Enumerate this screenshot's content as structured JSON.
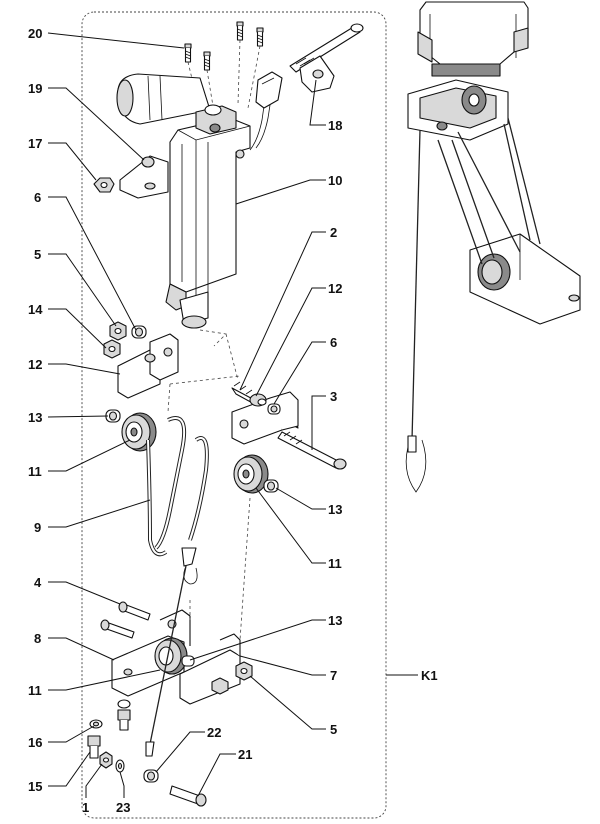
{
  "diagram": {
    "group_label": "K1",
    "callouts": [
      {
        "id": "20",
        "text": "20"
      },
      {
        "id": "19",
        "text": "19"
      },
      {
        "id": "17",
        "text": "17"
      },
      {
        "id": "6a",
        "text": "6"
      },
      {
        "id": "5a",
        "text": "5"
      },
      {
        "id": "14",
        "text": "14"
      },
      {
        "id": "12a",
        "text": "12"
      },
      {
        "id": "13a",
        "text": "13"
      },
      {
        "id": "11a",
        "text": "11"
      },
      {
        "id": "9",
        "text": "9"
      },
      {
        "id": "4",
        "text": "4"
      },
      {
        "id": "8",
        "text": "8"
      },
      {
        "id": "11c",
        "text": "11"
      },
      {
        "id": "16",
        "text": "16"
      },
      {
        "id": "15",
        "text": "15"
      },
      {
        "id": "1",
        "text": "1"
      },
      {
        "id": "23",
        "text": "23"
      },
      {
        "id": "18",
        "text": "18"
      },
      {
        "id": "10",
        "text": "10"
      },
      {
        "id": "2",
        "text": "2"
      },
      {
        "id": "12b",
        "text": "12"
      },
      {
        "id": "6b",
        "text": "6"
      },
      {
        "id": "3",
        "text": "3"
      },
      {
        "id": "13b",
        "text": "13"
      },
      {
        "id": "11b",
        "text": "11"
      },
      {
        "id": "13c",
        "text": "13"
      },
      {
        "id": "7",
        "text": "7"
      },
      {
        "id": "5b",
        "text": "5"
      },
      {
        "id": "22",
        "text": "22"
      },
      {
        "id": "21",
        "text": "21"
      }
    ]
  }
}
